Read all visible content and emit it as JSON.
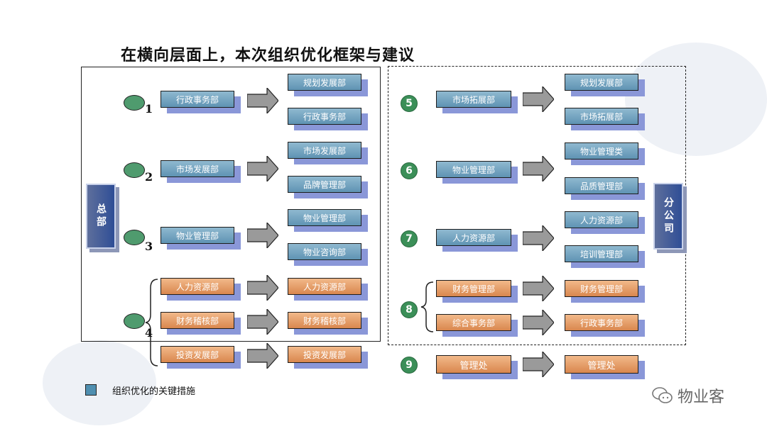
{
  "title": "在横向层面上，本次组织优化框架与建议",
  "hq_label": "总部",
  "branch_label": "分公司",
  "legend": "组织优化的关键措施",
  "watermark": "物业客",
  "groups": [
    {
      "marker": "1",
      "source": [
        "行政事务部"
      ],
      "targets": [
        "规划发展部",
        "行政事务部"
      ]
    },
    {
      "marker": "2",
      "source": [
        "市场发展部"
      ],
      "targets": [
        "市场发展部",
        "品牌管理部"
      ]
    },
    {
      "marker": "3",
      "source": [
        "物业管理部"
      ],
      "targets": [
        "物业管理部",
        "物业咨询部"
      ]
    },
    {
      "marker": "4",
      "source": [
        "人力资源部",
        "财务稽核部",
        "投资发展部"
      ],
      "targets": [
        "人力资源部",
        "财务稽核部",
        "投资发展部"
      ]
    },
    {
      "marker": "5",
      "source": [
        "市场拓展部"
      ],
      "targets": [
        "规划发展部",
        "市场拓展部"
      ]
    },
    {
      "marker": "6",
      "source": [
        "物业管理部"
      ],
      "targets": [
        "物业管理类",
        "品质管理部"
      ]
    },
    {
      "marker": "7",
      "source": [
        "人力资源部"
      ],
      "targets": [
        "人力资源部",
        "培训管理部"
      ]
    },
    {
      "marker": "8",
      "source": [
        "财务管理部",
        "综合事务部"
      ],
      "targets": [
        "财务管理部",
        "行政事务部"
      ]
    },
    {
      "marker": "9",
      "source": [
        "管理处"
      ],
      "targets": [
        "管理处"
      ]
    }
  ]
}
